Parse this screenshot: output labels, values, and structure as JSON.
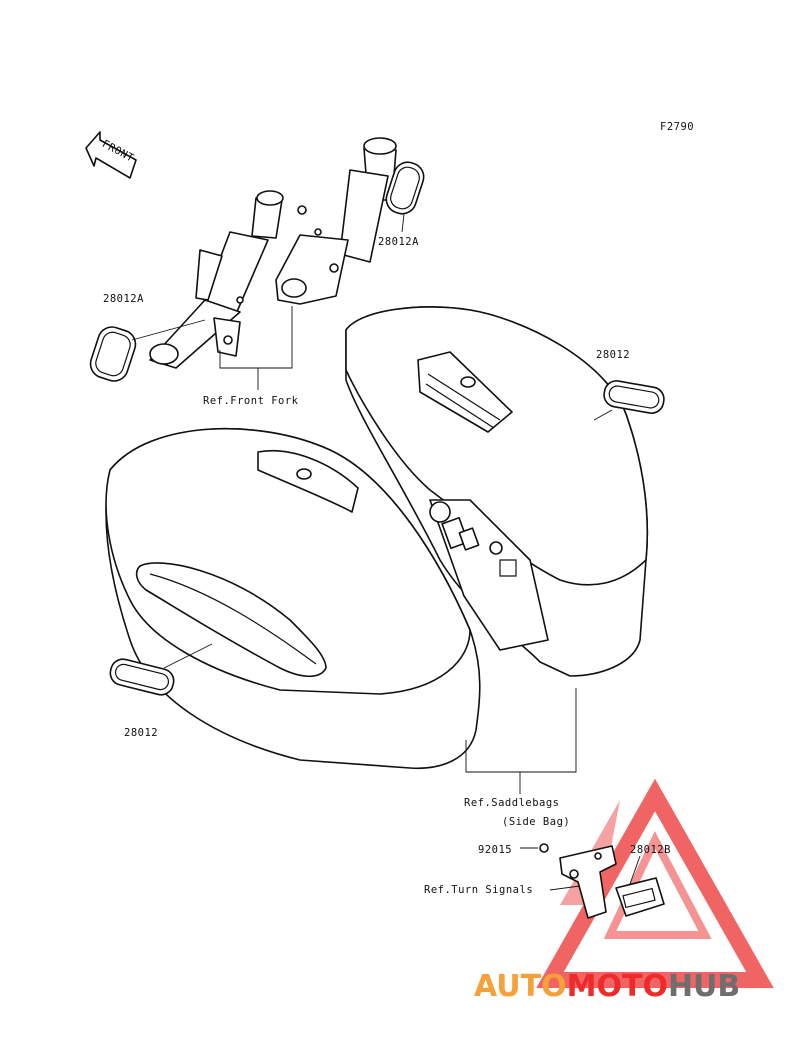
{
  "diagram": {
    "figure_code": "F2790",
    "front_arrow_text": "FRONT",
    "labels": {
      "reflector_fork_right": "28012A",
      "reflector_fork_left": "28012A",
      "ref_front_fork": "Ref.Front Fork",
      "reflector_bag_right": "28012",
      "reflector_bag_left": "28012",
      "ref_saddlebags_line1": "Ref.Saddlebags",
      "ref_saddlebags_line2": "(Side Bag)",
      "nut": "92015",
      "reflector_rear": "28012B",
      "ref_turn_signals": "Ref.Turn Signals"
    }
  },
  "watermark": {
    "part1": "AUTO",
    "part2": "MOTO",
    "part3": "HUB",
    "colors": {
      "auto": "#f6a03a",
      "moto": "#ee2a2a",
      "hub": "#6e6e6e",
      "triangle": "#ef4a4a"
    }
  }
}
